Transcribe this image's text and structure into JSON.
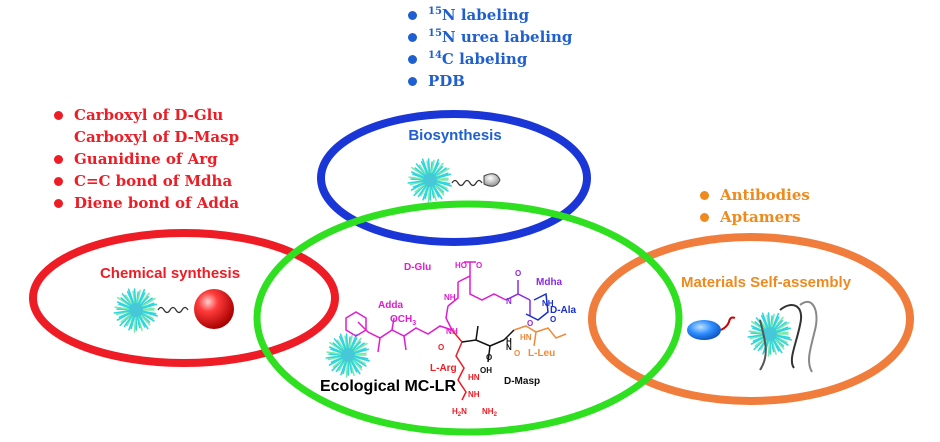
{
  "colors": {
    "blue": "#1a36d6",
    "red": "#ee1c25",
    "green": "#2ee01f",
    "orange": "#f07d3c",
    "orange_text": "#ee8a1e",
    "blue_text": "#1f5fd0",
    "magenta": "#e01ccf",
    "purple": "#8a2be2",
    "dark_blue": "#1a2fc8",
    "light_orange": "#f08a3a",
    "cyan": "#2fd6e0"
  },
  "labeling_list": {
    "items": [
      {
        "sup": "15",
        "text": "N labeling"
      },
      {
        "sup": "15",
        "text": "N urea labeling"
      },
      {
        "sup": "14",
        "text": "C labeling"
      },
      {
        "sup": "",
        "text": "PDB"
      }
    ]
  },
  "chemical_list": {
    "items": [
      {
        "text": "Carboxyl of D-Glu",
        "bullet": true
      },
      {
        "text": "Carboxyl of D-Masp",
        "bullet": false
      },
      {
        "text": "Guanidine of Arg",
        "bullet": true
      },
      {
        "text": "C=C bond  of Mdha",
        "bullet": true
      },
      {
        "text": "Diene bond of Adda",
        "bullet": true
      }
    ]
  },
  "materials_list": {
    "items": [
      {
        "text": "Antibodies"
      },
      {
        "text": "Aptamers"
      }
    ]
  },
  "ellipses": {
    "biosynthesis": "Biosynthesis",
    "chemical": "Chemical synthesis",
    "materials": "Materials Self-assembly",
    "ecological": "Ecological MC-LR"
  },
  "molecule_labels": {
    "d_glu": "D-Glu",
    "mdha": "Mdha",
    "d_ala": "D-Ala",
    "adda": "Adda",
    "och3": "OCH",
    "och3_sub": "3",
    "l_arg": "L-Arg",
    "l_leu": "L-Leu",
    "d_masp": "D-Masp",
    "atoms": {
      "ho": "HO",
      "o": "O",
      "n": "N",
      "h": "H",
      "nh": "NH",
      "hn": "HN",
      "oh": "OH",
      "h2n": "H",
      "nh2": "NH"
    }
  }
}
